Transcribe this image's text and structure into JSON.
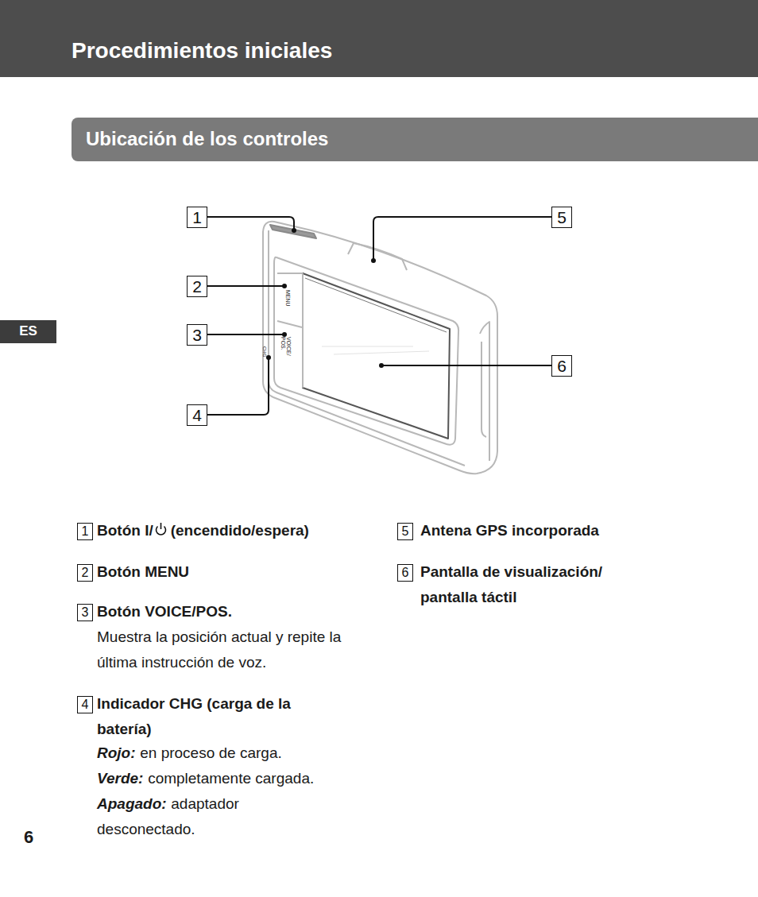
{
  "diagram": {
    "title": "Procedimientos iniciales",
    "nodes": [
      {
        "text": [
          "Ubicación de los controles"
        ]
      },
      {
        "text": [
          "ES"
        ]
      },
      {
        "text": [
          "1"
        ]
      },
      {
        "text": [
          "2"
        ]
      },
      {
        "text": [
          "3"
        ]
      },
      {
        "text": [
          "4"
        ]
      },
      {
        "text": [
          "5"
        ]
      },
      {
        "text": [
          "6"
        ]
      },
      {
        "text": [
          "1"
        ]
      },
      {
        "text": [
          "2"
        ]
      },
      {
        "text": [
          "3"
        ]
      },
      {
        "text": [
          "4"
        ]
      },
      {
        "text": [
          "5"
        ]
      },
      {
        "text": [
          "6"
        ]
      }
    ],
    "labels": [
      "MENU",
      "VOICE/ POS.",
      "CHG",
      "Botón I/",
      "(encendido/espera)",
      "Botón MENU",
      "Botón VOICE/POS.",
      "Muestra la posición actual y repite la última instrucción de voz.",
      "Indicador CHG (carga de la batería)",
      "Rojo:",
      "en proceso de carga.",
      "Verde:",
      "completamente cargada.",
      "Apagado:",
      "adaptador desconectado.",
      "Antena GPS incorporada",
      "Pantalla de visualización/ pantalla táctil",
      "6"
    ]
  }
}
